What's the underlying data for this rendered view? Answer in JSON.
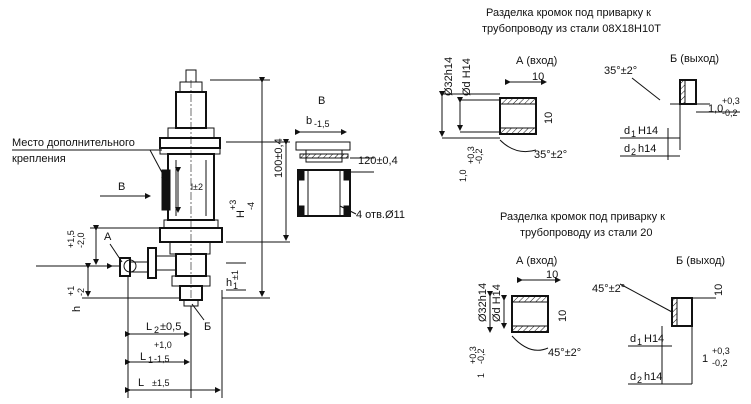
{
  "header_top": "Разделка кромок под приварку к",
  "header_top2": "трубопроводу из стали 08Х18Н10Т",
  "header_bottom": "Разделка кромок под приварку к",
  "header_bottom2": "трубопроводу из стали 20",
  "main_view": {
    "mount_label_1": "Место дополнительного",
    "mount_label_2": "крепления",
    "arrow_v": "В",
    "arrow_a": "А",
    "arrow_b": "Б",
    "dim_h_main": "H",
    "dim_h_main_tol_top": "+3",
    "dim_h_main_tol_bot": "-4",
    "dim_100": "100±0,4",
    "dim_l_plus2": "l±2",
    "dim_h1": "h",
    "dim_h1_sub": "1",
    "dim_h1_tol": "±1",
    "dim_h_left": "h",
    "dim_h_left_tol_top": "+1",
    "dim_h_left_tol_bot": "-2",
    "dim_15_top": "+1,5",
    "dim_15_bot": "-2,0",
    "dim_l2": "L",
    "dim_l2_sub": "2",
    "dim_l2_tol": "±0,5",
    "dim_l1": "L",
    "dim_l1_sub": "1",
    "dim_l1_tol_top": "+1,0",
    "dim_l1_tol_bot": "-1,5",
    "dim_L": "L",
    "dim_L_tol": "±1,5"
  },
  "view_v": {
    "title": "В",
    "dim_b": "b",
    "dim_b_tol": "-1,5",
    "dim_120": "120±0,4",
    "holes": "4 отв.Ø11"
  },
  "top_inlet": {
    "title": "А (вход)",
    "dim_32": "Ø32h14",
    "dim_d": "Ød H14",
    "dim_10a": "10",
    "dim_10b": "10",
    "angle": "35°±2°",
    "tol_top": "+0,3",
    "tol_bot": "-0,2",
    "tol_base": "1,0"
  },
  "top_outlet": {
    "title": "Б (выход)",
    "angle": "35°±2°",
    "d1": "d",
    "d1_sub": "1",
    "d1_tol": "H14",
    "d2": "d",
    "d2_sub": "2",
    "d2_tol": "h14",
    "tol_base": "1,0",
    "tol_top": "+0,3",
    "tol_bot": "-0,2"
  },
  "bottom_inlet": {
    "title": "А (вход)",
    "dim_32": "Ø32h14",
    "dim_d": "Ød H14",
    "dim_10a": "10",
    "dim_10b": "10",
    "angle": "45°±2°",
    "tol_top": "+0,3",
    "tol_bot": "-0,2",
    "tol_base": "1"
  },
  "bottom_outlet": {
    "title": "Б (выход)",
    "angle": "45°±2°",
    "dim_10": "10",
    "d1": "d",
    "d1_sub": "1",
    "d1_tol": "H14",
    "d2": "d",
    "d2_sub": "2",
    "d2_tol": "h14",
    "tol_base": "1",
    "tol_top": "+0,3",
    "tol_bot": "-0,2"
  }
}
